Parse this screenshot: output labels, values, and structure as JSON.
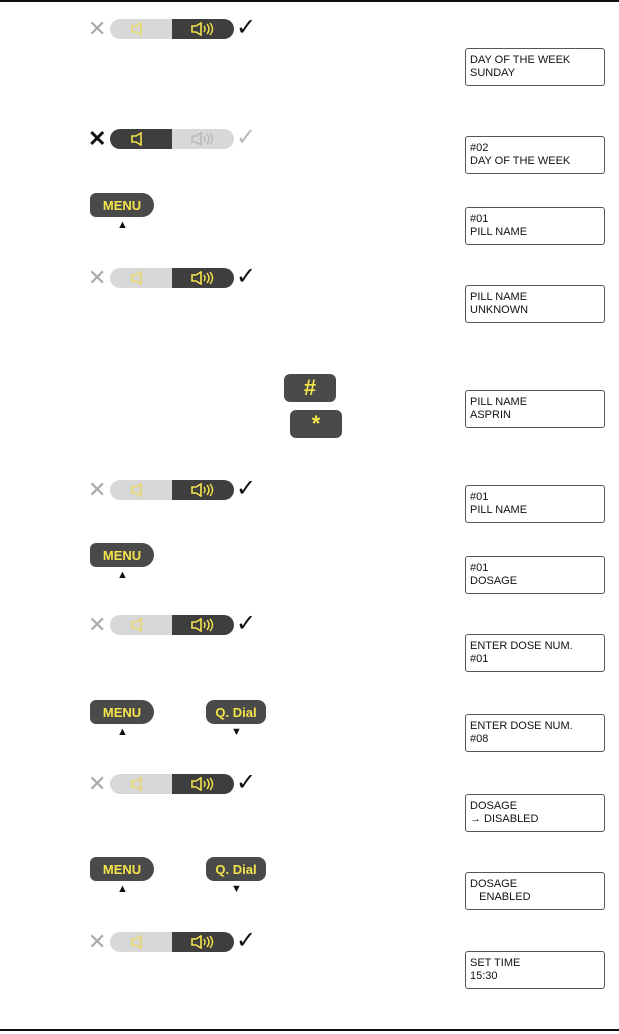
{
  "displays": [
    {
      "line1": "DAY OF THE WEEK",
      "line2": "SUNDAY"
    },
    {
      "line1": "#02",
      "line2": "DAY OF THE WEEK"
    },
    {
      "line1": "#01",
      "line2": "PILL NAME"
    },
    {
      "line1": "PILL NAME",
      "line2": "UNKNOWN"
    },
    {
      "line1": "PILL NAME",
      "line2": "ASPRIN"
    },
    {
      "line1": "#01",
      "line2": "PILL NAME"
    },
    {
      "line1": "#01",
      "line2": "DOSAGE"
    },
    {
      "line1": "ENTER DOSE NUM.",
      "line2": "#01"
    },
    {
      "line1": "ENTER DOSE NUM.",
      "line2": "#08"
    },
    {
      "line1": "DOSAGE",
      "line2": "→ DISABLED"
    },
    {
      "line1": "DOSAGE",
      "line2": "   ENABLED"
    },
    {
      "line1": "SET TIME",
      "line2": "15:30"
    }
  ],
  "keys": {
    "menu": "MENU",
    "qdial": "Q. Dial",
    "hash": "#",
    "star": "*",
    "up_arrow": "▲",
    "down_arrow": "▼",
    "cancel": "✕",
    "confirm": "✓"
  },
  "colors": {
    "key_bg": "#4a4a4a",
    "key_text": "#f5e44a"
  }
}
